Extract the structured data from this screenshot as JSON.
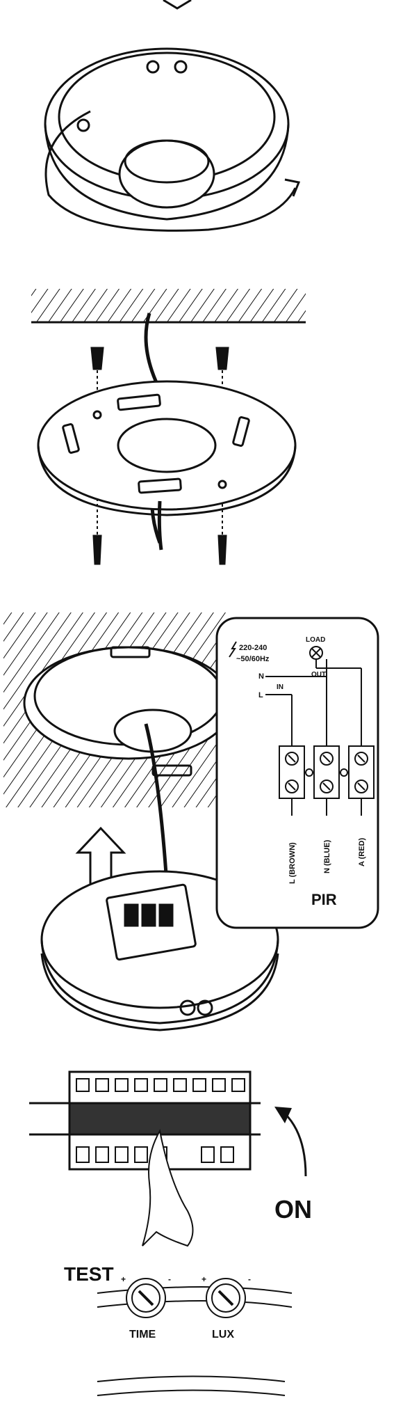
{
  "wiring": {
    "voltage": "220-240",
    "frequency": "~50/60Hz",
    "load": "LOAD",
    "n": "N",
    "l": "L",
    "in": "IN",
    "out": "OUT",
    "terminal_l": "L (BROWN)",
    "terminal_n": "N (BLUE)",
    "terminal_a": "A (RED)",
    "device": "PIR"
  },
  "switch_label": "ON",
  "test": {
    "title": "TEST",
    "time": "TIME",
    "lux": "LUX",
    "plus": "+",
    "minus": "-"
  }
}
